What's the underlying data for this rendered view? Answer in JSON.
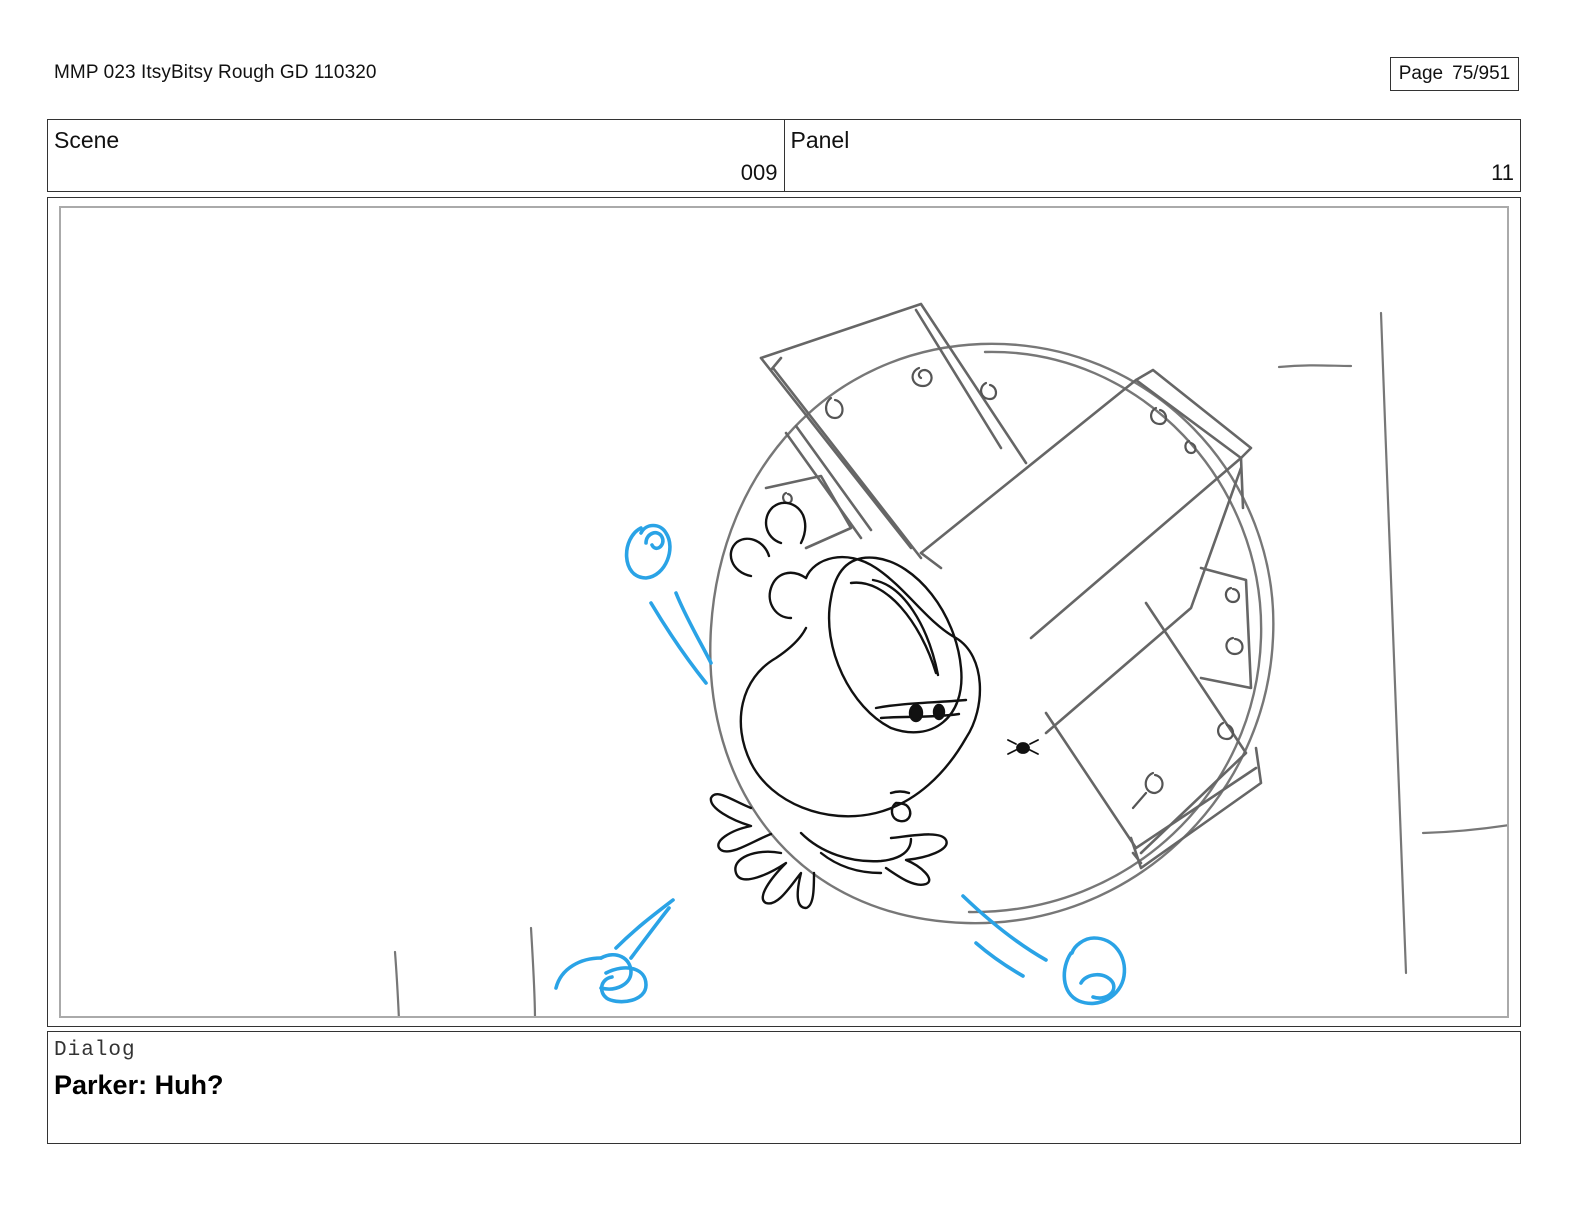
{
  "header": {
    "document_title": "MMP 023 ItsyBitsy Rough GD 110320",
    "page_label": "Page",
    "page_number": "75/951"
  },
  "scene": {
    "label": "Scene",
    "value": "009"
  },
  "panel": {
    "label": "Panel",
    "value": "11"
  },
  "artwork": {
    "subject": "rough storyboard sketch",
    "line_color": "#111111",
    "background_line_color": "#777777",
    "motion_line_color": "#2aa3e6"
  },
  "dialog": {
    "label": "Dialog",
    "text": "Parker: Huh?"
  }
}
